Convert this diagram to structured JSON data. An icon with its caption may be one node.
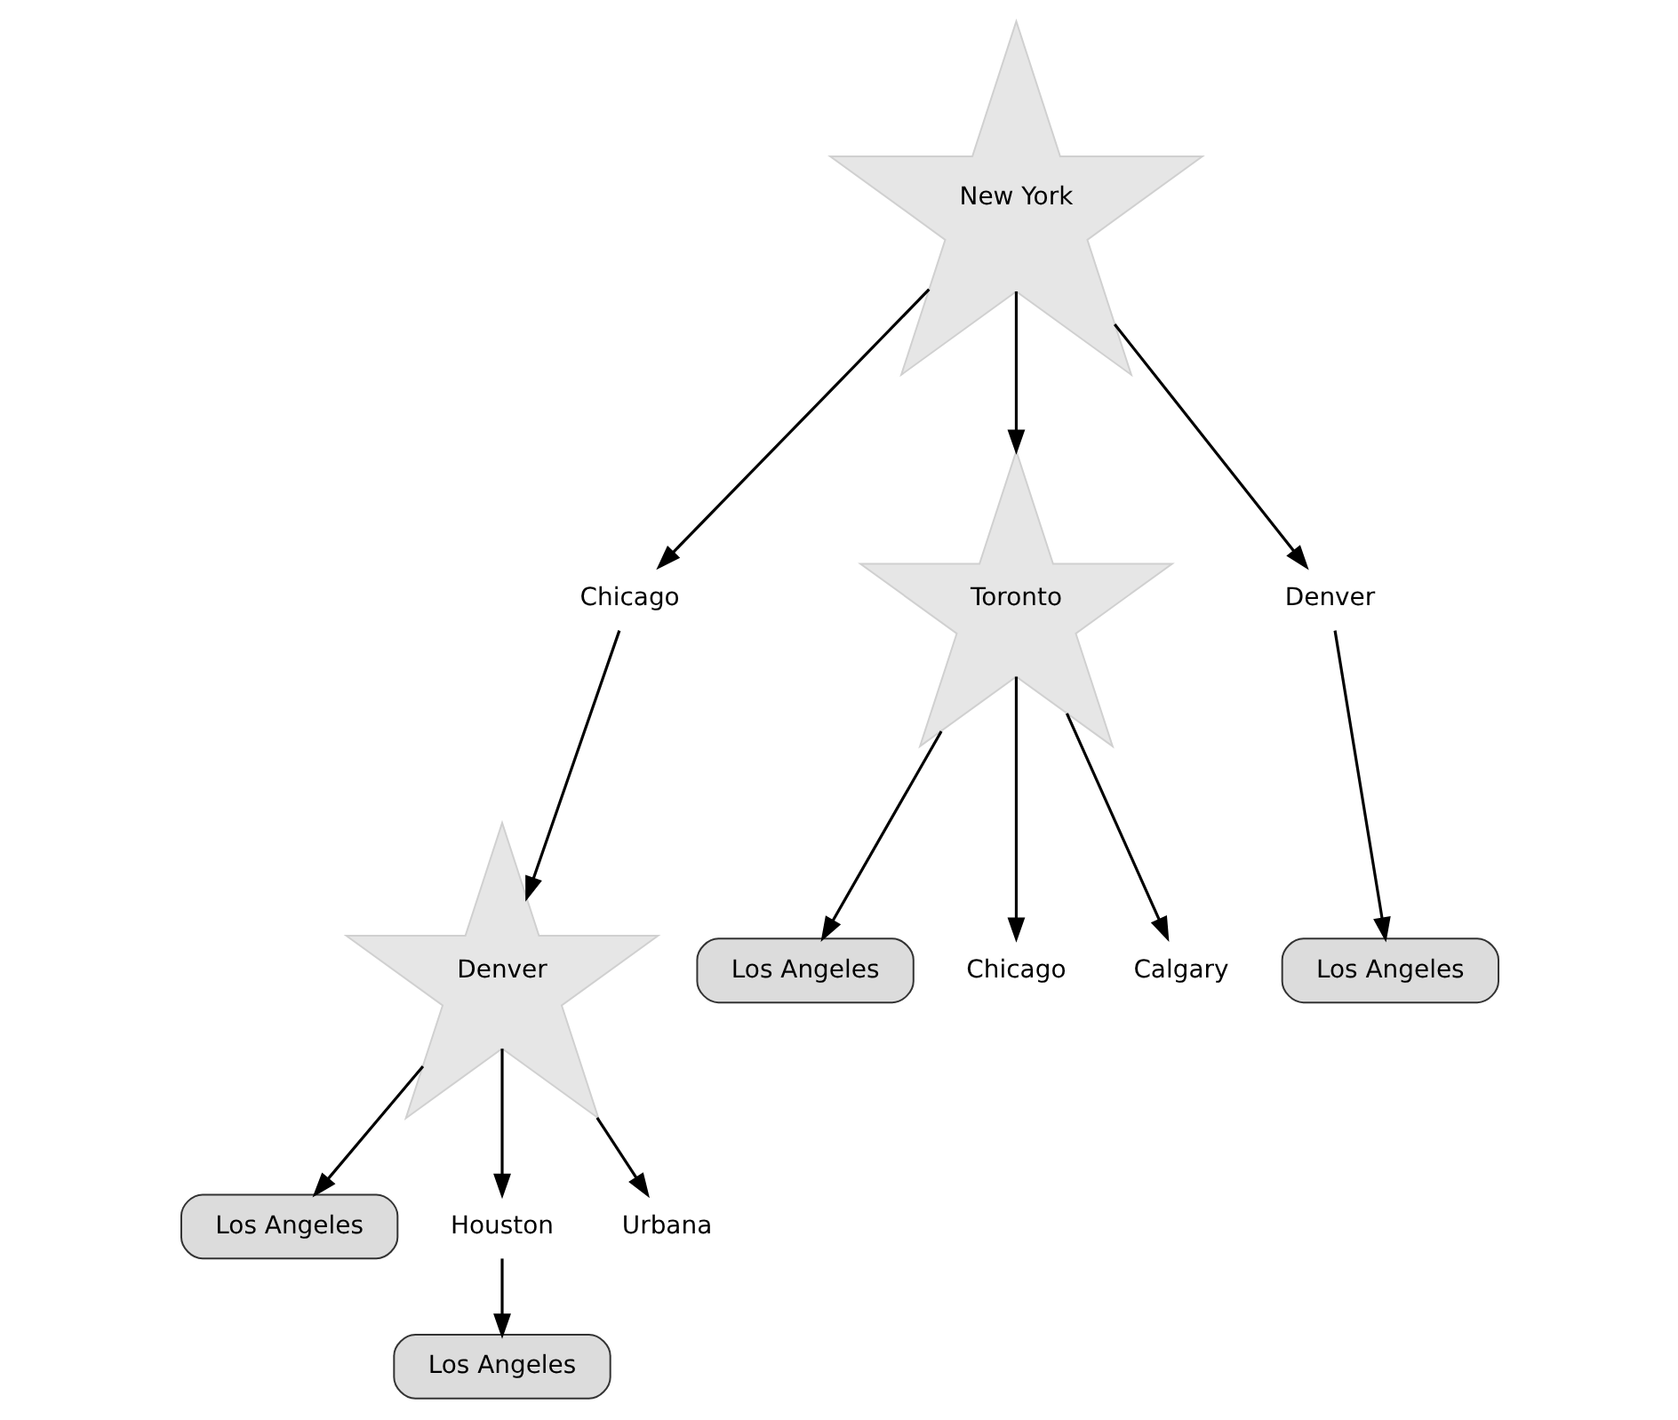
{
  "diagram": {
    "nodes": [
      {
        "text": [
          "New York"
        ]
      },
      {
        "text": [
          "Chicago"
        ]
      },
      {
        "text": [
          "Toronto"
        ]
      },
      {
        "text": [
          "Denver"
        ]
      },
      {
        "text": [
          "Denver"
        ]
      },
      {
        "text": [
          "Los Angeles"
        ]
      },
      {
        "text": [
          "Chicago"
        ]
      },
      {
        "text": [
          "Calgary"
        ]
      },
      {
        "text": [
          "Los Angeles"
        ]
      },
      {
        "text": [
          "Los Angeles"
        ]
      },
      {
        "text": [
          "Houston"
        ]
      },
      {
        "text": [
          "Urbana"
        ]
      },
      {
        "text": [
          "Los Angeles"
        ]
      }
    ],
    "edges": [
      {
        "from": 0,
        "to": 1,
        "arrow": "to"
      },
      {
        "from": 0,
        "to": 2,
        "arrow": "to"
      },
      {
        "from": 0,
        "to": 3,
        "arrow": "to"
      },
      {
        "from": 1,
        "to": 4,
        "arrow": "to"
      },
      {
        "from": 2,
        "to": 5,
        "arrow": "to"
      },
      {
        "from": 2,
        "to": 6,
        "arrow": "to"
      },
      {
        "from": 2,
        "to": 7,
        "arrow": "to"
      },
      {
        "from": 3,
        "to": 8,
        "arrow": "to"
      },
      {
        "from": 4,
        "to": 9,
        "arrow": "to"
      },
      {
        "from": 4,
        "to": 10,
        "arrow": "to"
      },
      {
        "from": 4,
        "to": 11,
        "arrow": "to"
      },
      {
        "from": 10,
        "to": 12,
        "arrow": "to"
      }
    ]
  }
}
